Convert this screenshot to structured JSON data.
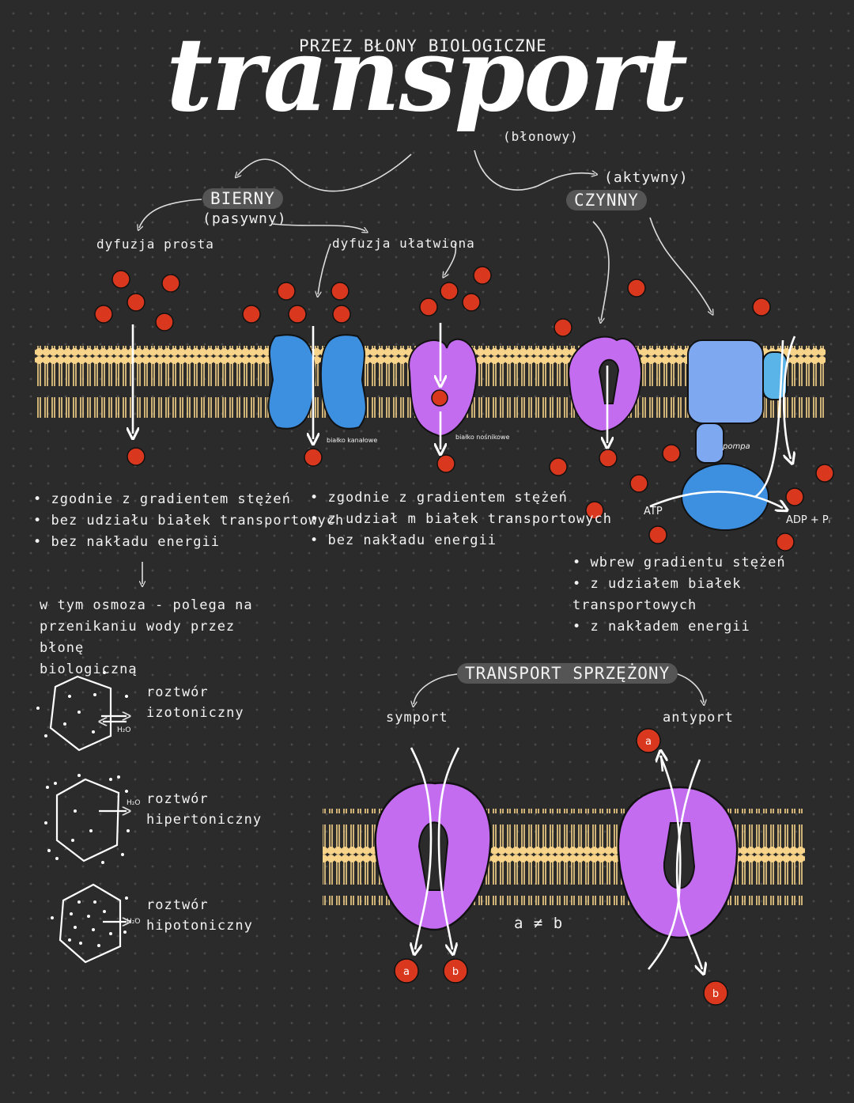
{
  "header": {
    "subtitle": "PRZEZ BŁONY BIOLOGICZNE",
    "title": "transport",
    "title_note": "(błonowy)"
  },
  "passive": {
    "label": "BIERNY",
    "alt_label": "(pasywny)",
    "simple_diffusion": "dyfuzja prosta",
    "facilitated_diffusion": "dyfuzja ułatwiona",
    "simple_bullets": [
      "zgodnie z gradientem stężeń",
      "bez udziału białek transportowych",
      "bez nakładu energii"
    ],
    "facilitated_bullets": [
      "zgodnie z gradientem stężeń",
      "z udział m białek transportowych",
      "bez nakładu energii"
    ],
    "channel_protein": "białko kanałowe",
    "carrier_protein": "białko nośnikowe"
  },
  "active": {
    "label": "CZYNNY",
    "alt_label": "(aktywny)",
    "pump_label": "pompa",
    "atp": "ATP",
    "adp": "ADP + Pᵢ",
    "bullets": [
      "wbrew gradientu stężeń",
      "z udziałem białek transportowych",
      "z nakładem energii"
    ]
  },
  "osmosis": {
    "arrow": "↓",
    "text_lines": [
      "w tym osmoza - polega na",
      "przenikaniu wody przez błonę",
      "biologiczną"
    ],
    "solutions": [
      {
        "line1": "roztwór",
        "line2": "izotoniczny",
        "h2o": "H₂O"
      },
      {
        "line1": "roztwór",
        "line2": "hipertoniczny",
        "h2o": "H₂O"
      },
      {
        "line1": "roztwór",
        "line2": "hipotoniczny",
        "h2o": "H₂O"
      }
    ]
  },
  "coupled": {
    "label": "TRANSPORT SPRZĘŻONY",
    "symport": "symport",
    "antiport": "antyport",
    "inequality": "a ≠ b",
    "molecule_a": "a",
    "molecule_b": "b"
  },
  "colors": {
    "background": "#2b2b2b",
    "molecule": "#d9381e",
    "lipid": "#f7d48a",
    "channel_protein": "#3d8fe0",
    "carrier_protein": "#c36cf0",
    "pump": "#7ea8f0"
  }
}
